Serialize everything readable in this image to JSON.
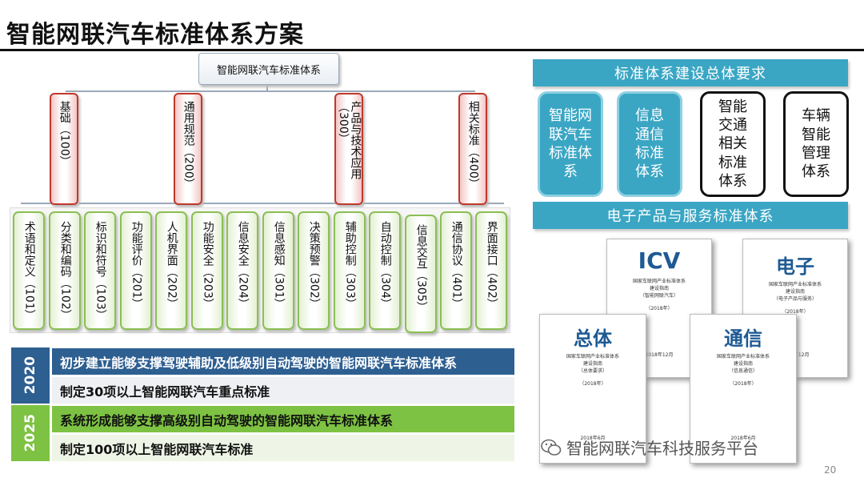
{
  "title": "智能网联汽车标准体系方案",
  "tree": {
    "root": "智能网联汽车标准体系",
    "categories": [
      {
        "label": "基础（100）"
      },
      {
        "label": "通用规范（200）"
      },
      {
        "label": "产品与技术应用（300）"
      },
      {
        "label": "相关标准（400）"
      }
    ],
    "leaves": [
      {
        "label": "术语和定义（101）"
      },
      {
        "label": "分类和编码（102）"
      },
      {
        "label": "标识和符号（103）"
      },
      {
        "label": "功能评价（201）"
      },
      {
        "label": "人机界面（202）"
      },
      {
        "label": "功能安全（203）"
      },
      {
        "label": "信息安全（204）"
      },
      {
        "label": "信息感知（301）"
      },
      {
        "label": "决策预警（302）"
      },
      {
        "label": "辅助控制（303）"
      },
      {
        "label": "自动控制（304）"
      },
      {
        "label": "信息交互（305）"
      },
      {
        "label": "通信协议（401）"
      },
      {
        "label": "界面接口（402）"
      }
    ]
  },
  "timeline": [
    {
      "year": "2020",
      "goal": "初步建立能够支撑驾驶辅助及低级别自动驾驶的智能网联汽车标准体系",
      "target": "制定30项以上智能网联汽车重点标准",
      "color": "#2e5f91"
    },
    {
      "year": "2025",
      "goal": "系统形成能够支撑高级别自动驾驶的智能网联汽车标准体系",
      "target": "制定100项以上智能网联汽车标准",
      "color": "#7dc242"
    }
  ],
  "right": {
    "top_bar": "标准体系建设总体要求",
    "boxes": [
      {
        "label": "智能网联汽车标准体系",
        "style": "blue"
      },
      {
        "label": "信息通信标准体系",
        "style": "blue"
      },
      {
        "label": "智能交通相关标准体系",
        "style": "white"
      },
      {
        "label": "车辆智能管理体系",
        "style": "white"
      }
    ],
    "bottom_bar": "电子产品与服务标准体系"
  },
  "docs": {
    "icv": {
      "title": "ICV",
      "lines": [
        "国家车联网产业标准体系",
        "建设指南",
        "（智能网联汽车）",
        "（2018年）",
        "2018年12月"
      ]
    },
    "dz": {
      "title": "电子",
      "lines": [
        "国家车联网产业标准体系",
        "建设指南",
        "（电子产品与服务）",
        "（2018年）",
        "2018年12月"
      ]
    },
    "zt": {
      "title": "总体",
      "lines": [
        "国家车联网产业标准体系",
        "建设指南",
        "（总体要求）",
        "（2018年）",
        "2018年6月"
      ]
    },
    "tx": {
      "title": "通信",
      "lines": [
        "国家车联网产业标准体系",
        "建设指南",
        "（信息通信）",
        "（2018年）",
        "2018年6月"
      ]
    }
  },
  "watermark": "智能网联汽车科技服务平台",
  "page_number": "20"
}
